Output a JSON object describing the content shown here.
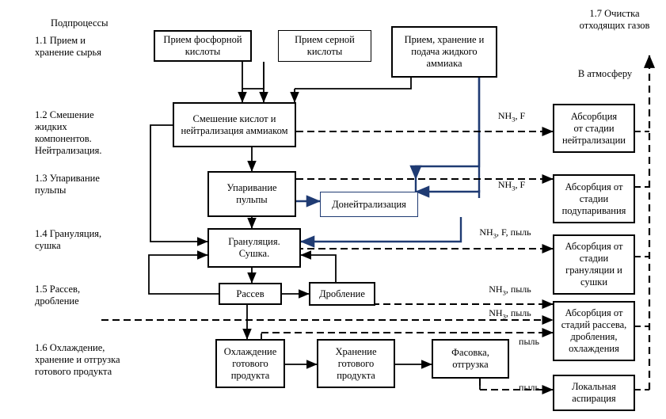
{
  "diagram": {
    "title_left": "Подпроцессы",
    "title_right": "1.7 Очистка\nотходящих газов",
    "atmosphere_label": "В атмосферу",
    "subprocess_labels": [
      {
        "id": "sp-1-1",
        "text": "1.1 Прием и\n     хранение сырья"
      },
      {
        "id": "sp-1-2",
        "text": "1.2 Смешение\nжидких\nкомпонентов.\nНейтрализация."
      },
      {
        "id": "sp-1-3",
        "text": "1.3 Упаривание\nпульпы"
      },
      {
        "id": "sp-1-4",
        "text": "1.4 Гранyляция,\nсушка"
      },
      {
        "id": "sp-1-5",
        "text": "1.5 Рассев,\nдробление"
      },
      {
        "id": "sp-1-6",
        "text": "1.6 Охлаждение,\nхранение и отгрузка\nготового продукта"
      }
    ],
    "process_nodes": [
      {
        "id": "n-phosphoric-acid",
        "text": "Прием фосфорной\nкислоты"
      },
      {
        "id": "n-sulfuric-acid",
        "text": "Прием серной\nкислоты"
      },
      {
        "id": "n-liquid-ammonia",
        "text": "Прием, хранение и\nподача жидкого\nаммиака"
      },
      {
        "id": "n-mixing-neutral",
        "text": "Смешение кислот и\nнейтрализация аммиаком"
      },
      {
        "id": "n-evaporation",
        "text": "Упаривание\nпульпы"
      },
      {
        "id": "n-doneutralization",
        "text": "Донейтрализация"
      },
      {
        "id": "n-granulation",
        "text": "Гранyляция.\nСушка."
      },
      {
        "id": "n-screening",
        "text": "Рассев"
      },
      {
        "id": "n-crushing",
        "text": "Дробление"
      },
      {
        "id": "n-cooling",
        "text": "Охлаждение\nготового\nпродукта"
      },
      {
        "id": "n-storage",
        "text": "Хранение\nготового\nпродукта"
      },
      {
        "id": "n-packing",
        "text": "Фасовка,\nотгрузка"
      }
    ],
    "absorption_nodes": [
      {
        "id": "a-neutralization",
        "text": "Абсорбция\nот стадии\nнейтрализации"
      },
      {
        "id": "a-evaporation",
        "text": "Абсорбция от\nстадии\nподупаривания"
      },
      {
        "id": "a-granulation",
        "text": "Абсорбция от\nстадии\nгранyляции и\nсушки"
      },
      {
        "id": "a-screening",
        "text": "Абсорбция от\nстадий рассева,\nдробления,\nохлаждения"
      },
      {
        "id": "a-local",
        "text": "Локальная\nаспирация"
      }
    ],
    "gas_labels": [
      {
        "id": "g-nh3-f-1",
        "html": "NH<sub>3</sub>, F"
      },
      {
        "id": "g-nh3-f-2",
        "html": "NH<sub>3</sub>, F"
      },
      {
        "id": "g-nh3-f-dust",
        "html": "NH<sub>3</sub>, F, пыль"
      },
      {
        "id": "g-nh3-dust-1",
        "html": "NH<sub>3</sub>, пыль"
      },
      {
        "id": "g-nh3-dust-2",
        "html": "NH<sub>3</sub>, пыль"
      },
      {
        "id": "g-dust-1",
        "html": "пыль"
      },
      {
        "id": "g-dust-2",
        "html": "пыль"
      }
    ],
    "colors": {
      "line": "#000000",
      "ammonia_line": "#1f3b73",
      "background": "#ffffff"
    }
  }
}
